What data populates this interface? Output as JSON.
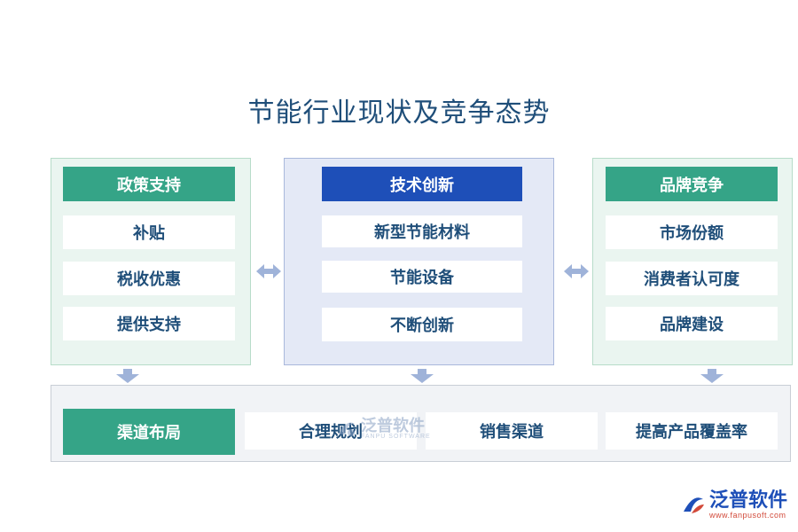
{
  "title": "节能行业现状及竞争态势",
  "left": {
    "header": "政策支持",
    "items": [
      "补贴",
      "税收优惠",
      "提供支持"
    ]
  },
  "center": {
    "header": "技术创新",
    "items": [
      "新型节能材料",
      "节能设备",
      "不断创新"
    ]
  },
  "right": {
    "header": "品牌竞争",
    "items": [
      "市场份额",
      "消费者认可度",
      "品牌建设"
    ]
  },
  "bottom": {
    "header": "渠道布局",
    "items": [
      "合理规划",
      "销售渠道",
      "提高产品覆盖率"
    ]
  },
  "watermark": {
    "text": "泛普软件",
    "sub": "FANPU SOFTWARE"
  },
  "logo": {
    "text": "泛普软件",
    "url": "www.fanpusoft.com"
  },
  "colors": {
    "green_header": "#35a487",
    "blue_header": "#1e4fb8",
    "text": "#1f4e79",
    "arrow": "#9fb3d9"
  }
}
